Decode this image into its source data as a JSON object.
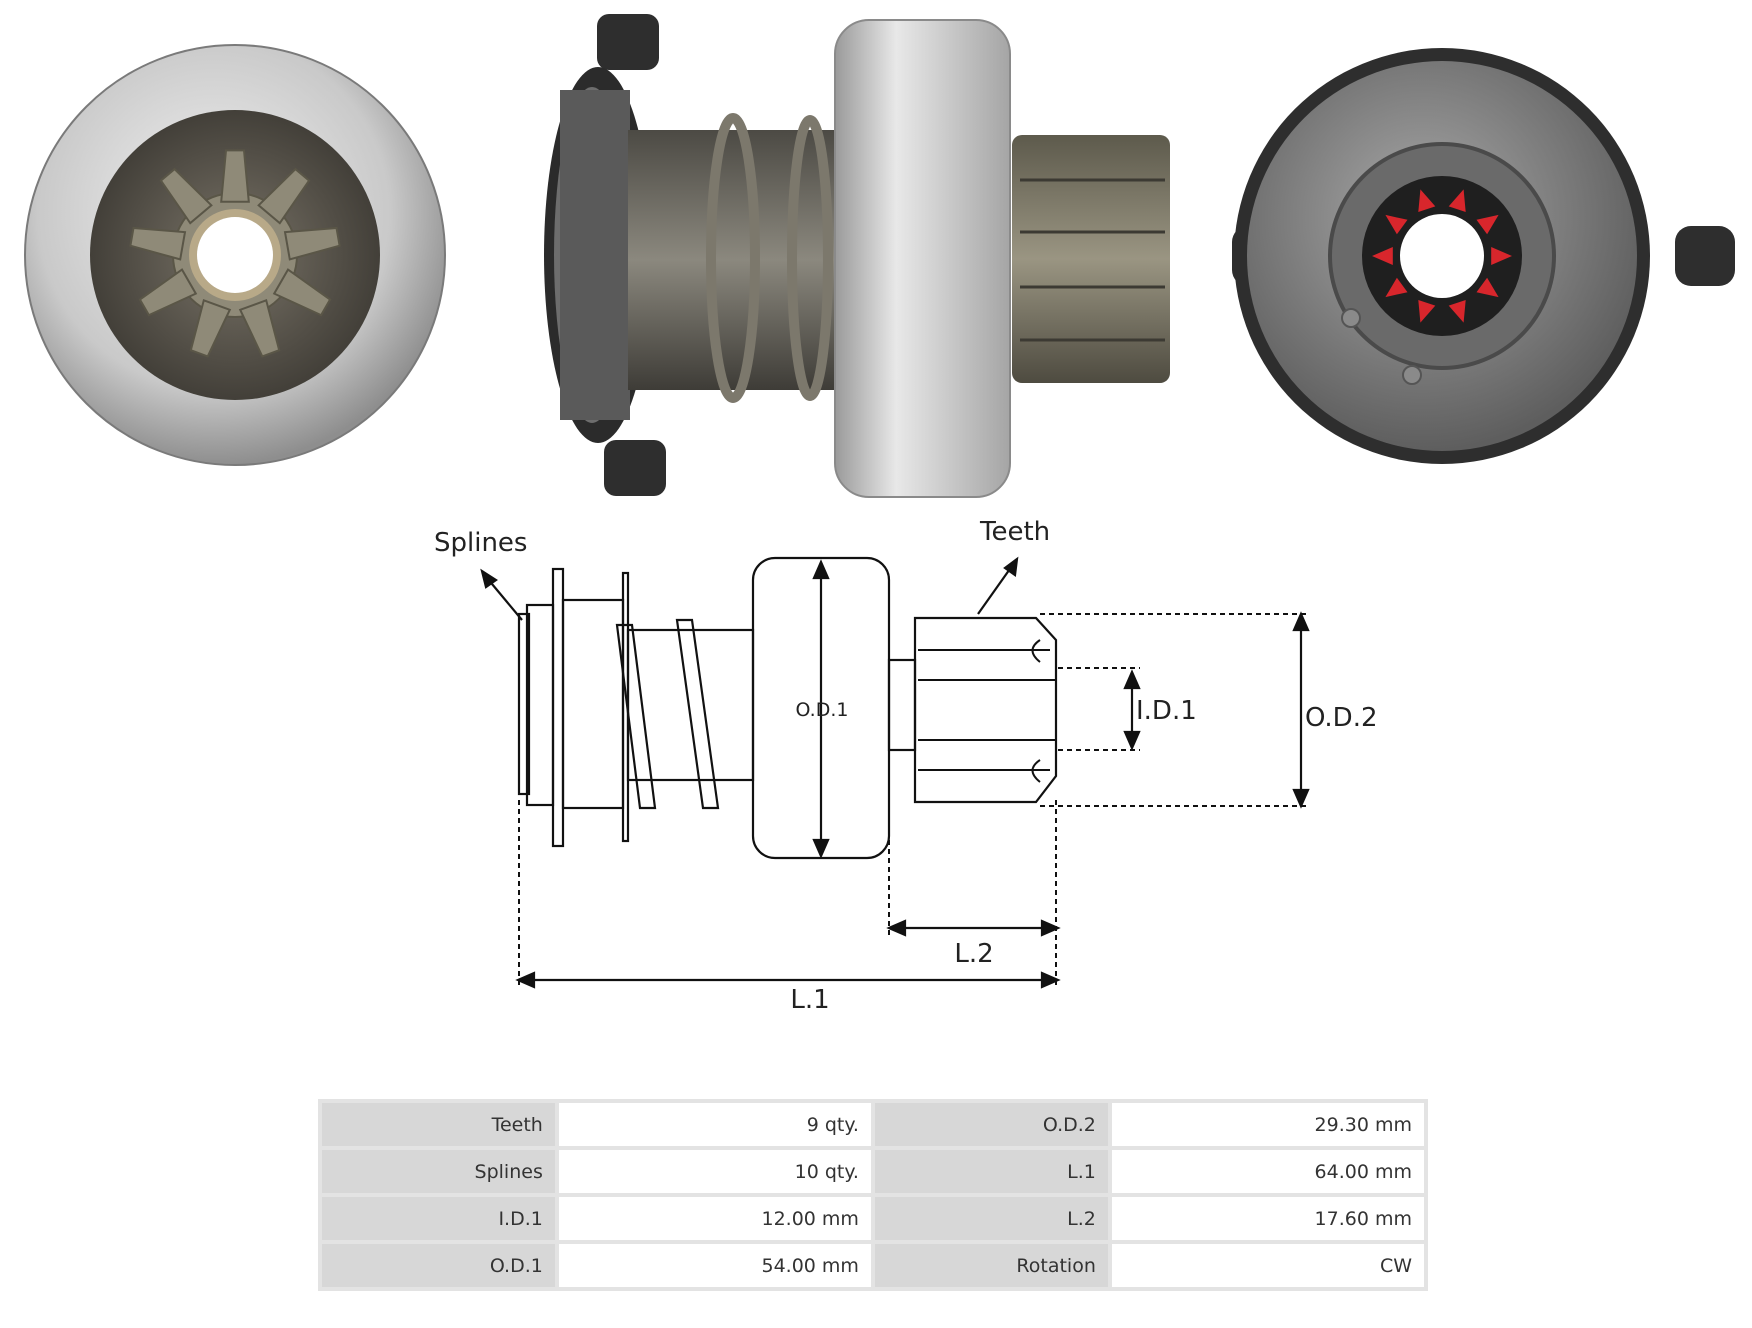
{
  "diagram": {
    "labels": {
      "splines": "Splines",
      "teeth": "Teeth",
      "od1": "O.D.1",
      "id1": "I.D.1",
      "od2": "O.D.2",
      "l1": "L.1",
      "l2": "L.2"
    }
  },
  "photos": [
    {
      "view": "pinion-end-view"
    },
    {
      "view": "side-view"
    },
    {
      "view": "spline-end-view"
    }
  ],
  "specs": {
    "rows": [
      {
        "label1": "Teeth",
        "value1": "9 qty.",
        "label2": "O.D.2",
        "value2": "29.30 mm"
      },
      {
        "label1": "Splines",
        "value1": "10 qty.",
        "label2": "L.1",
        "value2": "64.00 mm"
      },
      {
        "label1": "I.D.1",
        "value1": "12.00 mm",
        "label2": "L.2",
        "value2": "17.60 mm"
      },
      {
        "label1": "O.D.1",
        "value1": "54.00 mm",
        "label2": "Rotation",
        "value2": "CW"
      }
    ]
  }
}
